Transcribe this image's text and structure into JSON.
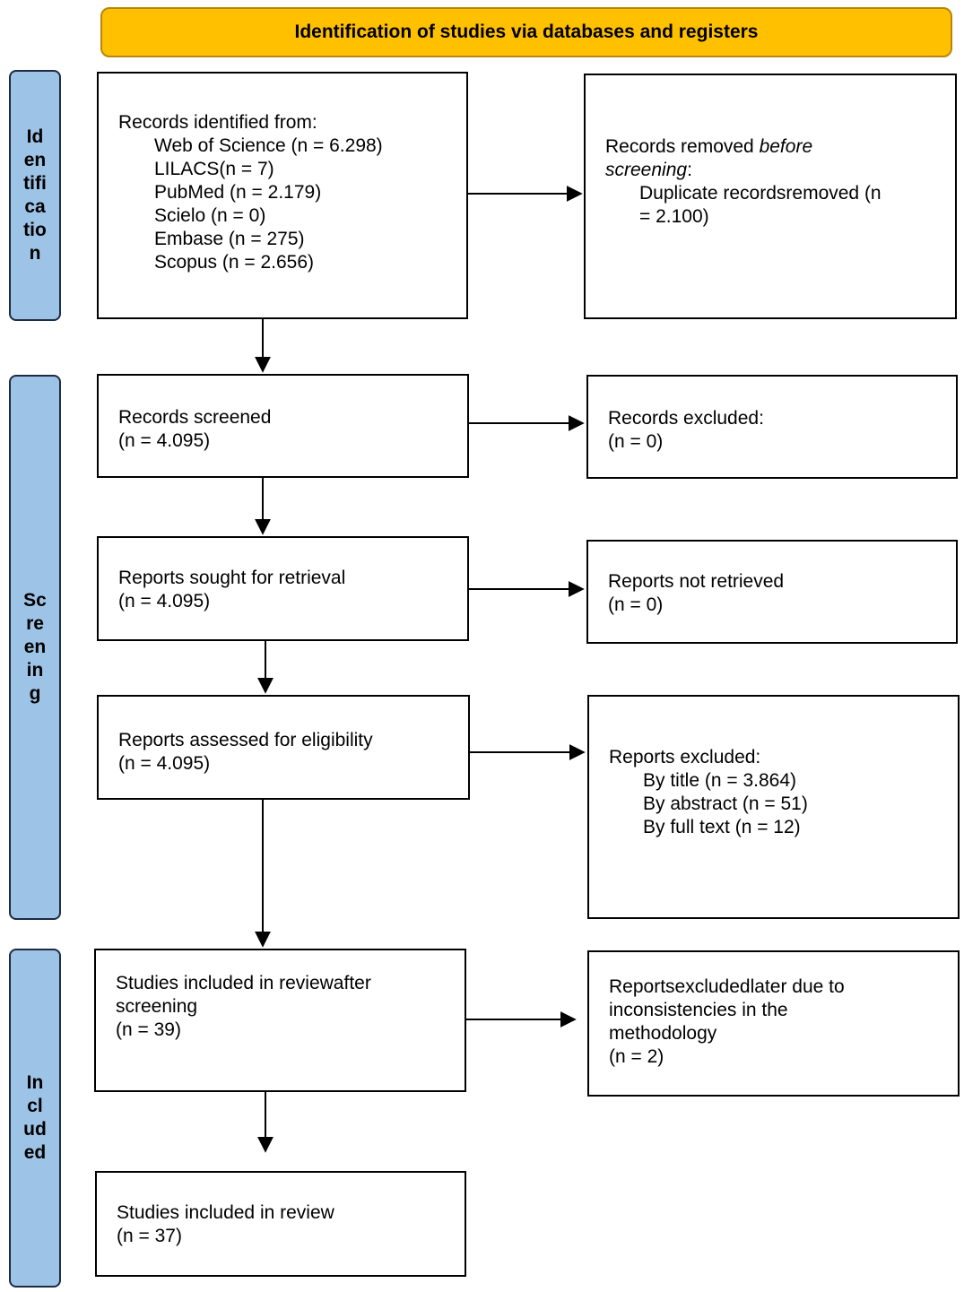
{
  "header": {
    "title": "Identification of studies via databases and registers"
  },
  "phases": {
    "identification": [
      "Id",
      "en",
      "tifi",
      "ca",
      "tio",
      "n"
    ],
    "screening": [
      "Sc",
      "re",
      "en",
      "in",
      "g"
    ],
    "included": [
      "In",
      "cl",
      "ud",
      "ed"
    ]
  },
  "records_identified": {
    "title": "Records identified from:",
    "sources": [
      "Web of Science (n = 6.298)",
      "LILACS(n = 7)",
      "PubMed (n = 2.179)",
      "Scielo (n = 0)",
      "Embase (n = 275)",
      "Scopus (n = 2.656)"
    ]
  },
  "records_removed": {
    "prefix": "Records removed ",
    "italic1": "before",
    "italic2": "screening",
    "suffix": ":",
    "item_line1": "Duplicate recordsremoved  (n",
    "item_line2": "= 2.100)"
  },
  "records_screened": {
    "title": "Records screened",
    "n": "(n = 4.095)"
  },
  "records_excluded": {
    "title": "Records excluded:",
    "n": "(n = 0)"
  },
  "reports_sought": {
    "title": "Reports sought for retrieval",
    "n": "(n = 4.095)"
  },
  "reports_not_retrieved": {
    "title": "Reports not retrieved",
    "n": "(n = 0)"
  },
  "reports_assessed": {
    "title": "Reports assessed for eligibility",
    "n": "(n = 4.095)"
  },
  "reports_excluded": {
    "title": "Reports excluded:",
    "items": [
      "By title (n = 3.864)",
      "By abstract (n = 51)",
      "By full text (n = 12)"
    ]
  },
  "studies_after_screening": {
    "line1": "Studies included in reviewafter",
    "line2": "screening",
    "n": "(n = 39)"
  },
  "reports_excluded_later": {
    "line1": "Reportsexcludedlater due to",
    "line2": "inconsistencies in the",
    "line3": "methodology",
    "n": "(n = 2)"
  },
  "studies_included": {
    "title": "Studies included in review",
    "n": "(n = 37)"
  }
}
